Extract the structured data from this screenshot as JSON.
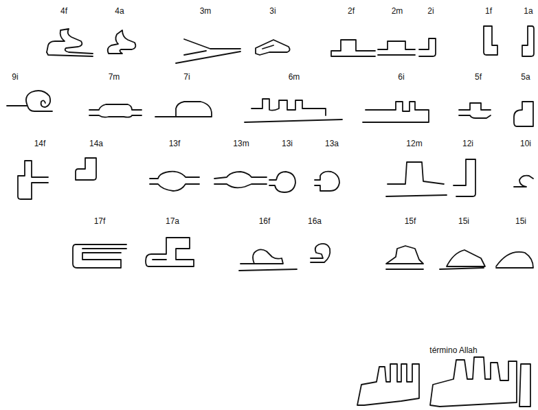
{
  "diagram": {
    "labels": [
      "4f",
      "4a",
      "3m",
      "3i",
      "2f",
      "2m",
      "2i",
      "1f",
      "1a",
      "9i",
      "7m",
      "7i",
      "6m",
      "6i",
      "5f",
      "5a",
      "14f",
      "14a",
      "13f",
      "13m",
      "13i",
      "13a",
      "12m",
      "12i",
      "10i",
      "17f",
      "17a",
      "16f",
      "16a",
      "15f",
      "15i",
      "15i",
      "término Allah"
    ]
  }
}
